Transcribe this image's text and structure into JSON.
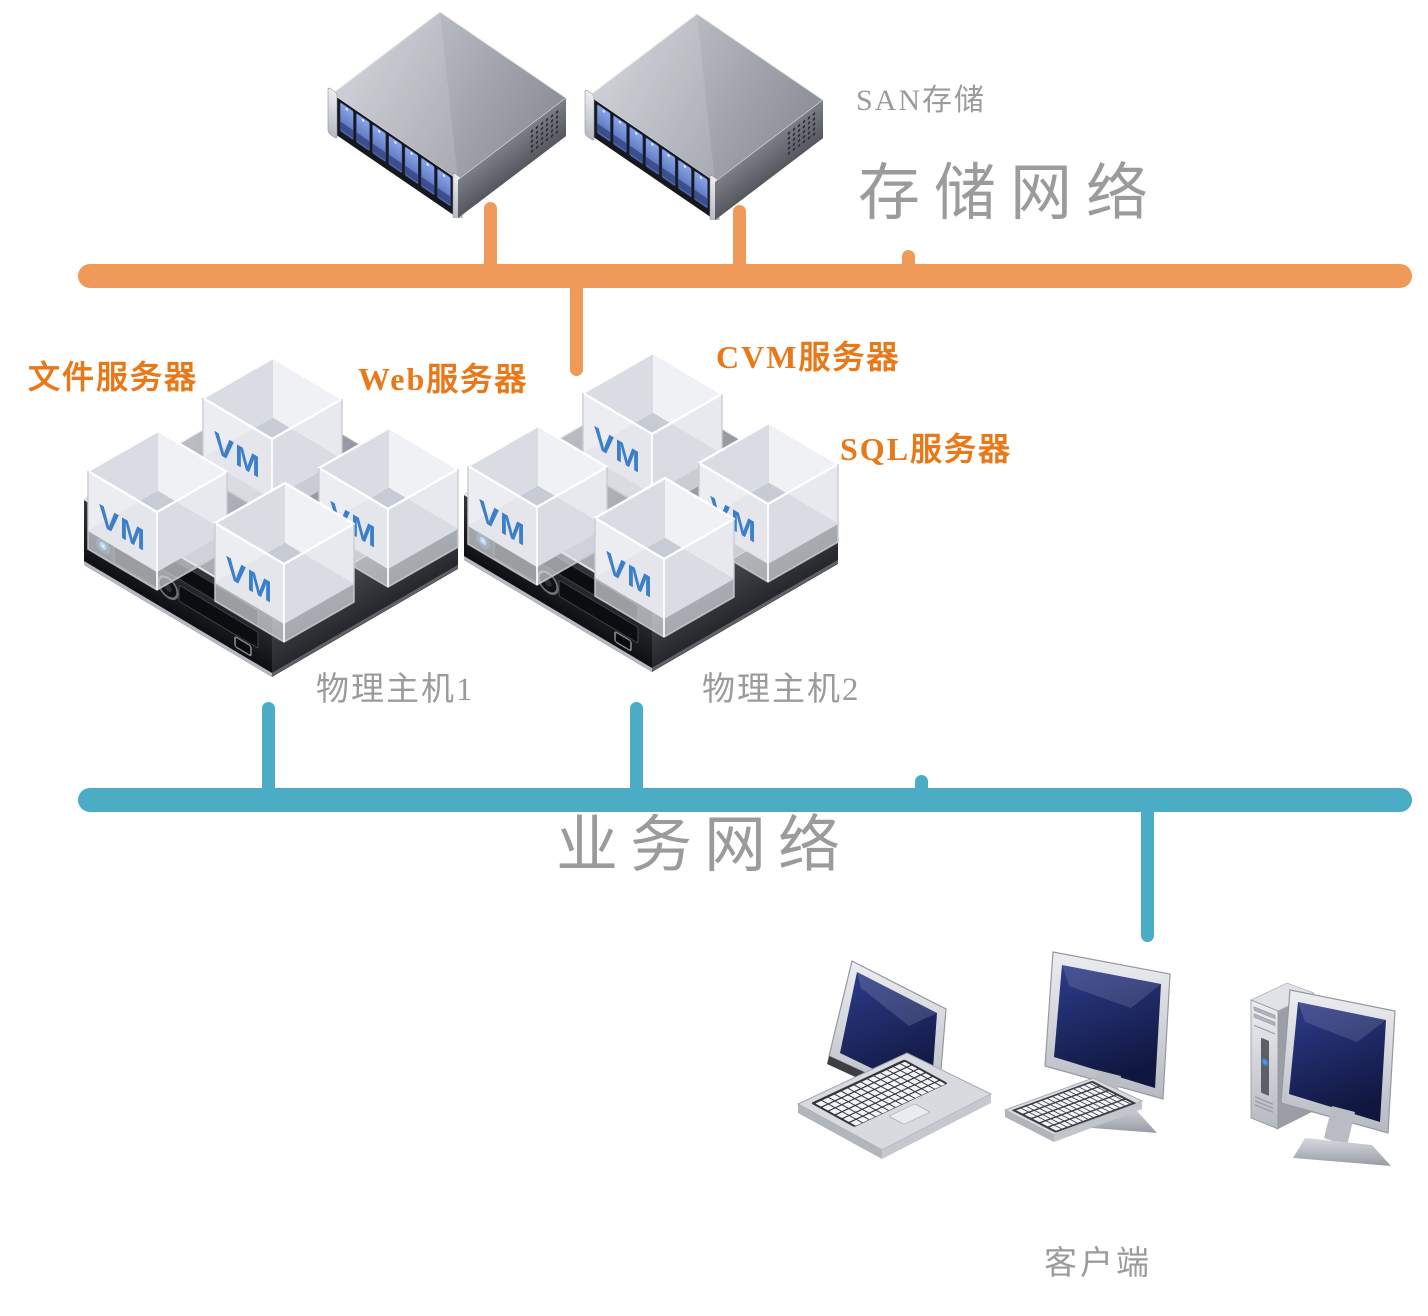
{
  "colors": {
    "storage_network": "#F09A59",
    "business_network": "#4BACC6",
    "server_label_orange": "#E87818",
    "muted_gray": "#9B9B9B",
    "vm_text_blue": "#2E76C5"
  },
  "storage_section": {
    "san_storage_label": "SAN存储",
    "network_label": "存储网络"
  },
  "host_section": {
    "vm_badge": "VM",
    "file_server_label": "文件服务器",
    "web_server_label": "Web服务器",
    "cvm_server_label": "CVM服务器",
    "sql_server_label": "SQL服务器",
    "host1_label": "物理主机1",
    "host2_label": "物理主机2"
  },
  "client_section": {
    "business_network_label": "业务网络",
    "client_label": "客户端"
  }
}
